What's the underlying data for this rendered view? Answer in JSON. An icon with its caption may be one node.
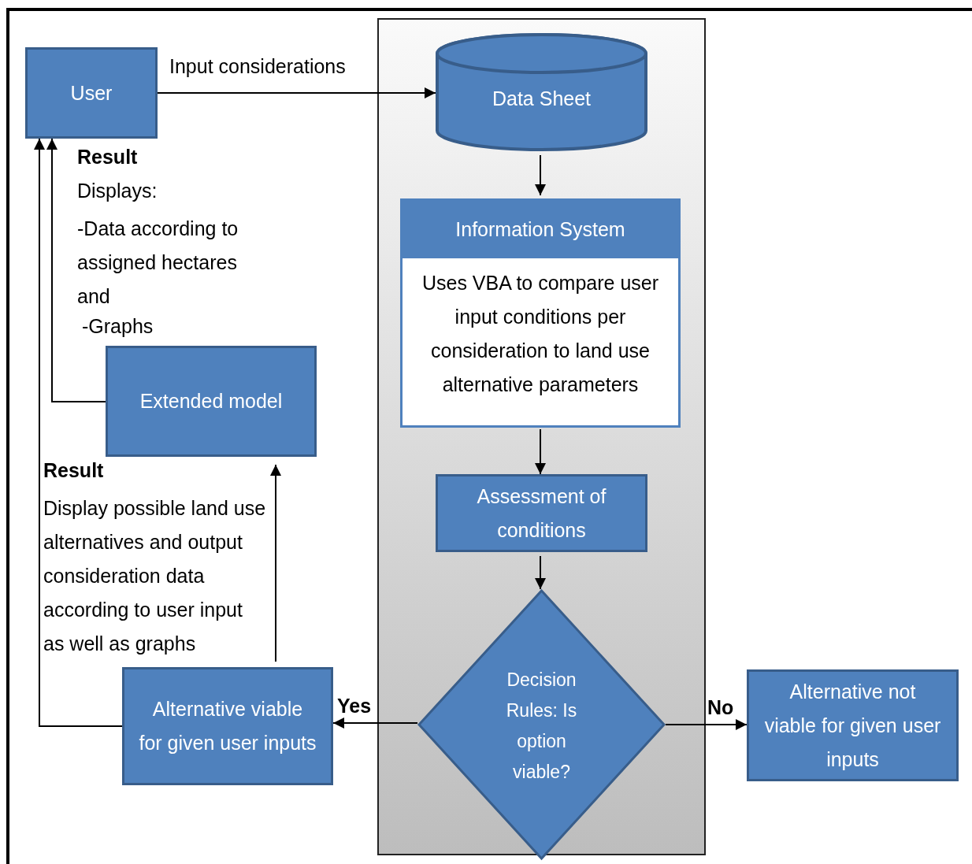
{
  "diagram": {
    "nodes": [
      {
        "text": [
          "User"
        ]
      },
      {
        "text": [
          "Data Sheet"
        ]
      },
      {
        "text": [
          "Information System",
          "Uses VBA to compare user input conditions per consideration to land use alternative parameters"
        ]
      },
      {
        "text": [
          "Assessment of conditions"
        ]
      },
      {
        "text": [
          "Decision Rules: Is option viable?"
        ]
      },
      {
        "text": [
          "Alternative viable for given user inputs"
        ]
      },
      {
        "text": [
          "Alternative not viable for given user inputs"
        ]
      },
      {
        "text": [
          "Extended model"
        ]
      }
    ],
    "edges": [
      {
        "from": 0,
        "to": 1,
        "arrow": "to",
        "label": "Input considerations"
      },
      {
        "from": 1,
        "to": 2,
        "arrow": "to"
      },
      {
        "from": 2,
        "to": 3,
        "arrow": "to"
      },
      {
        "from": 3,
        "to": 4,
        "arrow": "to"
      },
      {
        "from": 4,
        "to": 5,
        "arrow": "to",
        "label": "Yes"
      },
      {
        "from": 4,
        "to": 6,
        "arrow": "to",
        "label": "No"
      },
      {
        "from": 5,
        "to": 0,
        "arrow": "to"
      },
      {
        "from": 7,
        "to": 0,
        "arrow": "to"
      },
      {
        "from": 5,
        "to": 7,
        "arrow": "to"
      }
    ],
    "labels": [
      "Result",
      "Displays:",
      "-Data according to assigned hectares and",
      "-Graphs",
      "Result",
      "Display possible land use alternatives and output consideration data according to user input as well as graphs"
    ]
  }
}
